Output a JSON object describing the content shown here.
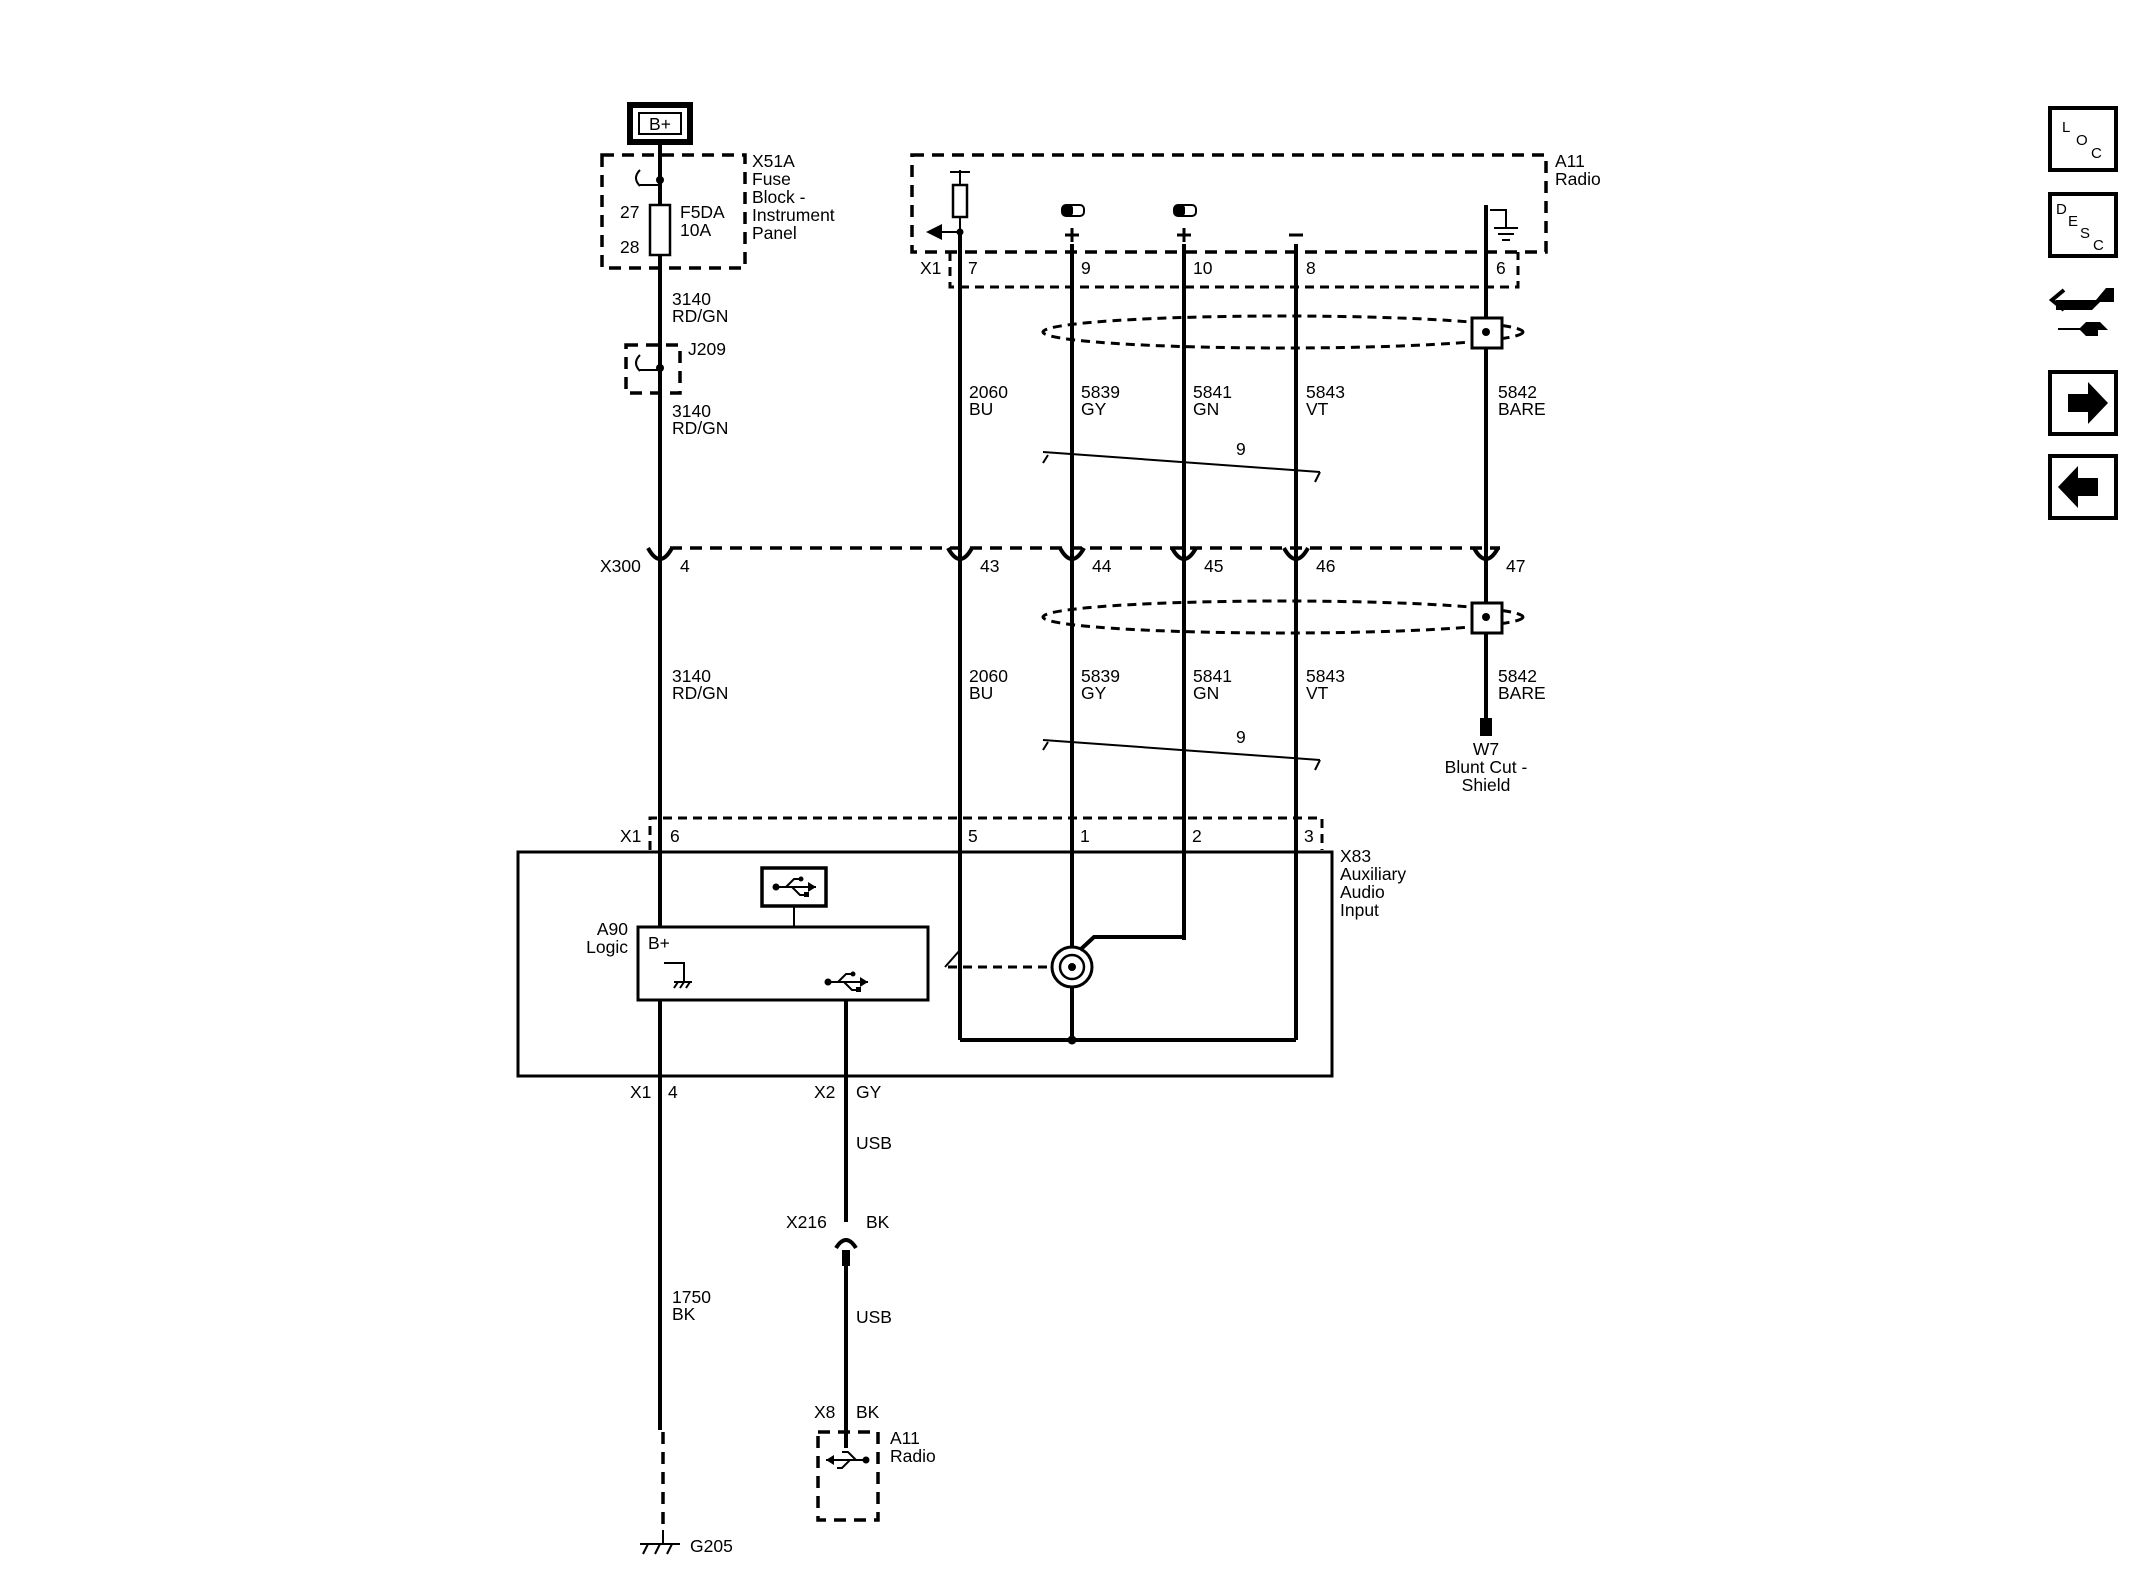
{
  "power": {
    "source": "B+"
  },
  "fuse_block": {
    "line1": "X51A",
    "line2": "Fuse",
    "line3": "Block -",
    "line4": "Instrument",
    "line5": "Panel",
    "pin_in": "27",
    "pin_out": "28",
    "fuse_name": "F5DA",
    "fuse_rating": "10A"
  },
  "splice": {
    "id": "J209"
  },
  "radio_top": {
    "line1": "A11",
    "line2": "Radio",
    "connector": "X1",
    "pins": [
      "7",
      "9",
      "10",
      "8",
      "6"
    ]
  },
  "inline_connector": {
    "id": "X300",
    "pins": [
      "4",
      "43",
      "44",
      "45",
      "46",
      "47"
    ]
  },
  "twist_count": "9",
  "wires": {
    "w3140_num": "3140",
    "w3140_color": "RD/GN",
    "w2060_num": "2060",
    "w2060_color": "BU",
    "w5839_num": "5839",
    "w5839_color": "GY",
    "w5841_num": "5841",
    "w5841_color": "GN",
    "w5843_num": "5843",
    "w5843_color": "VT",
    "w5842_num": "5842",
    "w5842_color": "BARE",
    "w1750_num": "1750",
    "w1750_color": "BK",
    "usb_label": "USB"
  },
  "shield_end": {
    "line1": "W7",
    "line2": "Blunt Cut -",
    "line3": "Shield"
  },
  "aux_input": {
    "line1": "X83",
    "line2": "Auxiliary",
    "line3": "Audio",
    "line4": "Input",
    "connector": "X1",
    "pins": [
      "6",
      "5",
      "1",
      "2",
      "3"
    ],
    "lower_connector": "X1",
    "lower_pin": "4",
    "usb_connector": "X2",
    "usb_color": "GY"
  },
  "logic": {
    "line1": "A90",
    "line2": "Logic",
    "bplus": "B+"
  },
  "x216": {
    "id": "X216",
    "color": "BK"
  },
  "x8": {
    "id": "X8",
    "color": "BK"
  },
  "radio_bottom": {
    "line1": "A11",
    "line2": "Radio"
  },
  "ground": {
    "id": "G205"
  },
  "nav": {
    "loc": [
      "L",
      "O",
      "C"
    ],
    "desc": [
      "D",
      "E",
      "S",
      "C"
    ]
  }
}
